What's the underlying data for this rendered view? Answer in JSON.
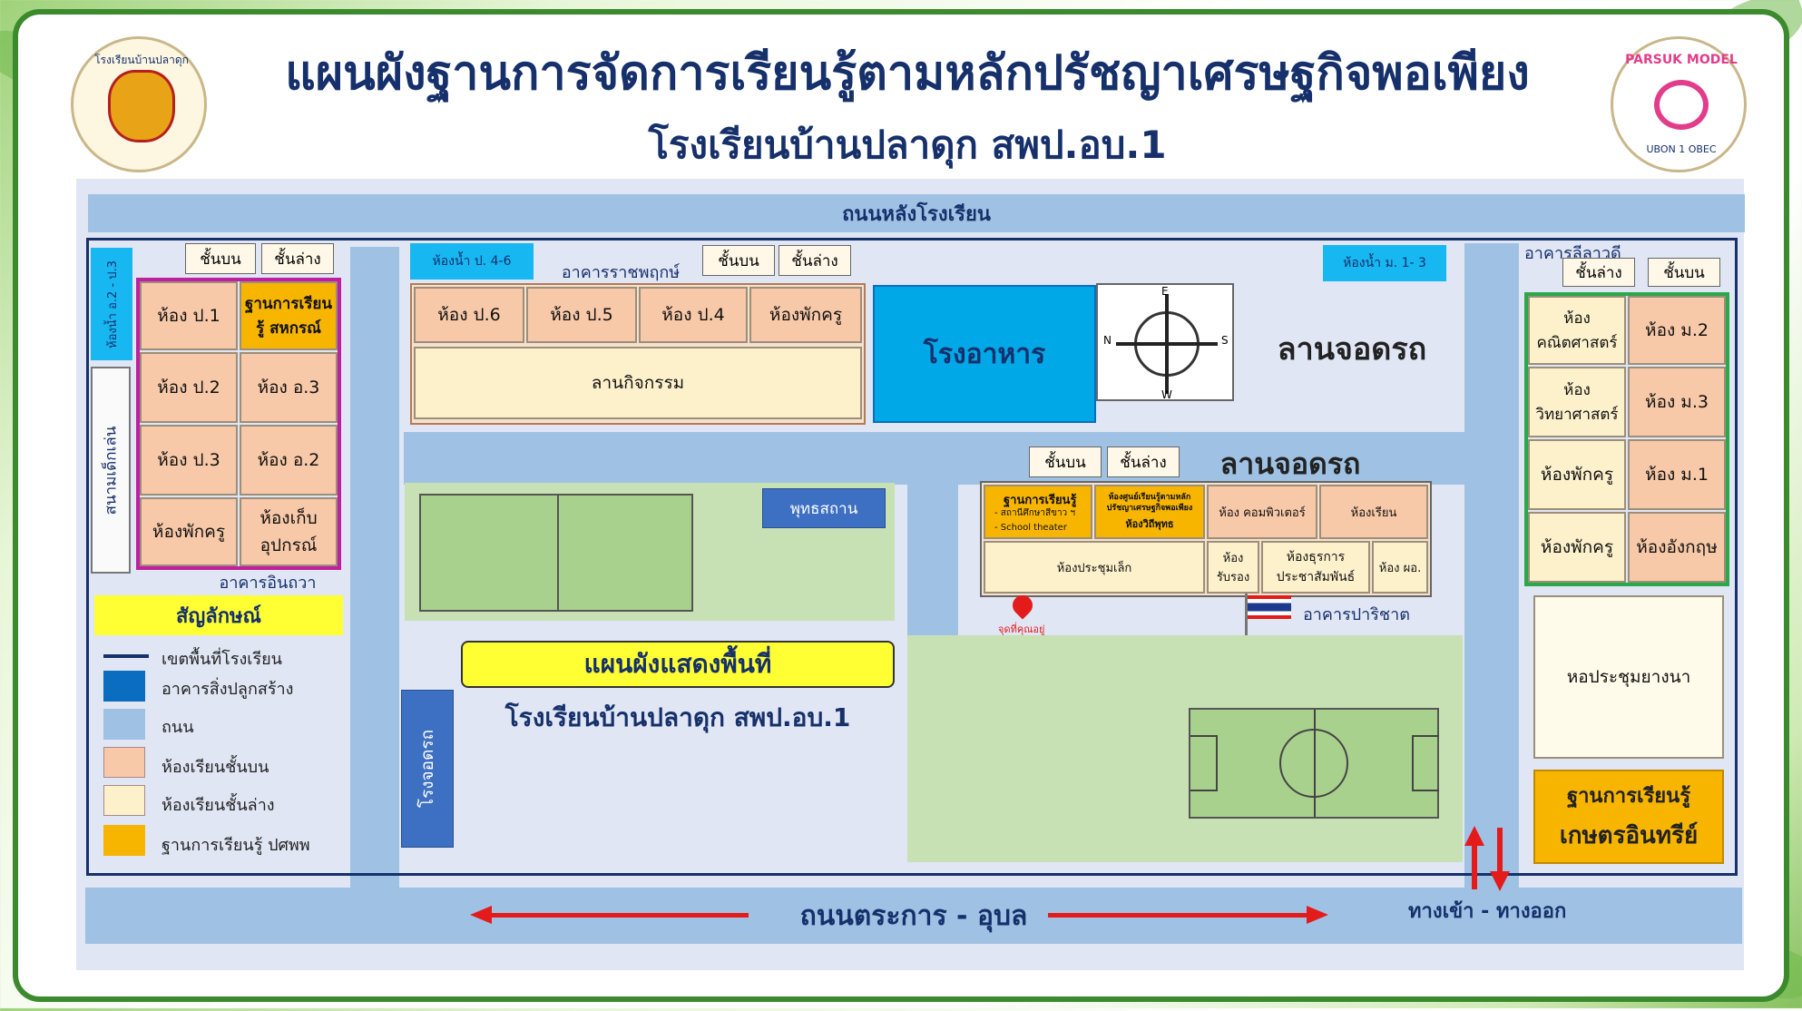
{
  "header": {
    "title_line1": "แผนผังฐานการจัดการเรียนรู้ตามหลักปรัชญาเศรษฐกิจพอเพียง",
    "title_line2": "โรงเรียนบ้านปลาดุก สพป.อบ.1",
    "left_logo_text": "โรงเรียนบ้านปลาดุก",
    "right_logo_text": "PARSUK MODEL",
    "right_logo_sub": "UBON 1 OBEC"
  },
  "roads": {
    "back_road": "ถนนหลังโรงเรียน",
    "front_road": "ถนนตระการ - อุบล",
    "entrance": "ทางเข้า - ทางออก"
  },
  "floor_labels": {
    "upper": "ชั้นบน",
    "lower": "ชั้นล่าง"
  },
  "buildings": {
    "inthawa": {
      "name": "อาคารอินถวา",
      "rooms": [
        "ห้อง ป.1",
        "ฐานการเรียนรู้ สหกรณ์",
        "ห้อง ป.2",
        "ห้อง อ.3",
        "ห้อง ป.3",
        "ห้อง อ.2",
        "ห้องพักครู",
        "ห้องเก็บ อุปกรณ์"
      ]
    },
    "rajapruek": {
      "name": "อาคารราชพฤกษ์",
      "toilet": "ห้องน้ำ ป. 4-6",
      "rooms": [
        "ห้อง ป.6",
        "ห้อง ป.5",
        "ห้อง ป.4",
        "ห้องพักครู"
      ],
      "hall": "ลานกิจกรรม"
    },
    "lilawadee": {
      "name": "อาคารลีลาวดี",
      "rooms": [
        "ห้อง คณิตศาสตร์",
        "ห้อง ม.2",
        "ห้อง วิทยาศาสตร์",
        "ห้อง ม.3",
        "ห้องพักครู",
        "ห้อง ม.1",
        "ห้องพักครู",
        "ห้องอังกฤษ"
      ]
    },
    "parichat": {
      "name": "อาคารปาริชาต",
      "rooms": [
        "ฐานการเรียนรู้",
        "- สถานีศึกษาสีขาว ฯ",
        "- School theater",
        "ห้องศูนย์เรียนรู้ตามหลักปรัชญาเศรษฐกิจพอเพียง",
        "ห้องวิถีพุทธ",
        "ห้อง คอมพิวเตอร์",
        "ห้องเรียน",
        "ห้องประชุมเล็ก",
        "ห้อง รับรอง",
        "ห้องธุรการ ประชาสัมพันธ์",
        "ห้อง ผอ."
      ]
    }
  },
  "places": {
    "toilet_small": "ห้องน้ำ อ.2 - ป.3",
    "toilet_m": "ห้องน้ำ ม. 1- 3",
    "playground": "สนามเด็กเล่น",
    "canteen": "โรงอาหาร",
    "parking": "ลานจอดรถ",
    "buddha": "พุทธสถาน",
    "garage": "โรงจอดรถ",
    "you_are_here": "จุดที่คุณอยู่",
    "auditorium": "หอประชุมยางนา",
    "organic_line1": "ฐานการเรียนรู้",
    "organic_line2": "เกษตรอินทรีย์"
  },
  "compass": {
    "n": "N",
    "s": "S",
    "e": "E",
    "w": "W"
  },
  "banner": {
    "title": "แผนผังแสดงพื้นที่",
    "subtitle": "โรงเรียนบ้านปลาดุก สพป.อบ.1"
  },
  "legend": {
    "title": "สัญลักษณ์",
    "items": [
      {
        "label": "เขตพื้นที่โรงเรียน",
        "color": "#16306b"
      },
      {
        "label": "อาคารสิ่งปลูกสร้าง",
        "color": "#0b6dbf"
      },
      {
        "label": "ถนน",
        "color": "#9fc2e4"
      },
      {
        "label": "ห้องเรียนชั้นบน",
        "color": "#f7c9a8"
      },
      {
        "label": "ห้องเรียนชั้นล่าง",
        "color": "#fdf1cc"
      },
      {
        "label": "ฐานการเรียนรู้ ปศพพ",
        "color": "#f7b500"
      }
    ]
  },
  "colors": {
    "title": "#16306b",
    "canteen": "#00a8e8",
    "inthawa_border": "#c01fa0",
    "lilawadee_border": "#2aa84a",
    "learning_base": "#f7b500",
    "road": "#9fc2e4",
    "arrow": "#e41b1b"
  }
}
